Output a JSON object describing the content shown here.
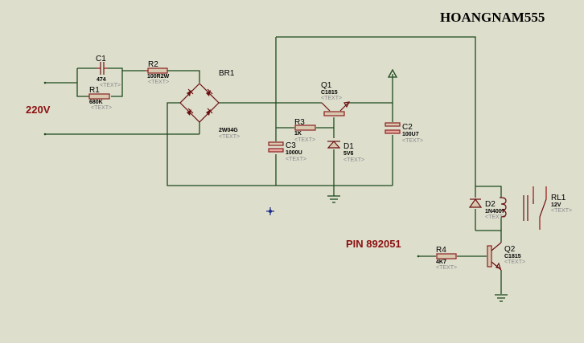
{
  "title": "HOANGNAM555",
  "annotations": {
    "supply": "220V",
    "pin": "PIN 892051"
  },
  "placeholder_text": "<TEXT>",
  "components": {
    "C1": {
      "ref": "C1",
      "value": "474"
    },
    "R1": {
      "ref": "R1",
      "value": "680K"
    },
    "R2": {
      "ref": "R2",
      "value": "100R2W"
    },
    "BR1": {
      "ref": "BR1",
      "value": "2W04G"
    },
    "Q1": {
      "ref": "Q1",
      "value": "C1815"
    },
    "R3": {
      "ref": "R3",
      "value": "1K"
    },
    "C3": {
      "ref": "C3",
      "value": "1000U"
    },
    "D1": {
      "ref": "D1",
      "value": "5V6"
    },
    "C2": {
      "ref": "C2",
      "value": "100U7"
    },
    "D2": {
      "ref": "D2",
      "value": "1N4007"
    },
    "RL1": {
      "ref": "RL1",
      "value": "12V"
    },
    "R4": {
      "ref": "R4",
      "value": "4K7"
    },
    "Q2": {
      "ref": "Q2",
      "value": "C1815"
    }
  },
  "icons": [
    "power-terminal-icon",
    "ground-icon",
    "cursor-crosshair-icon"
  ],
  "colors": {
    "wire": "#1c4a1c",
    "component": "#8a2020",
    "annotation": "#8b1010",
    "background": "#dedecd"
  }
}
